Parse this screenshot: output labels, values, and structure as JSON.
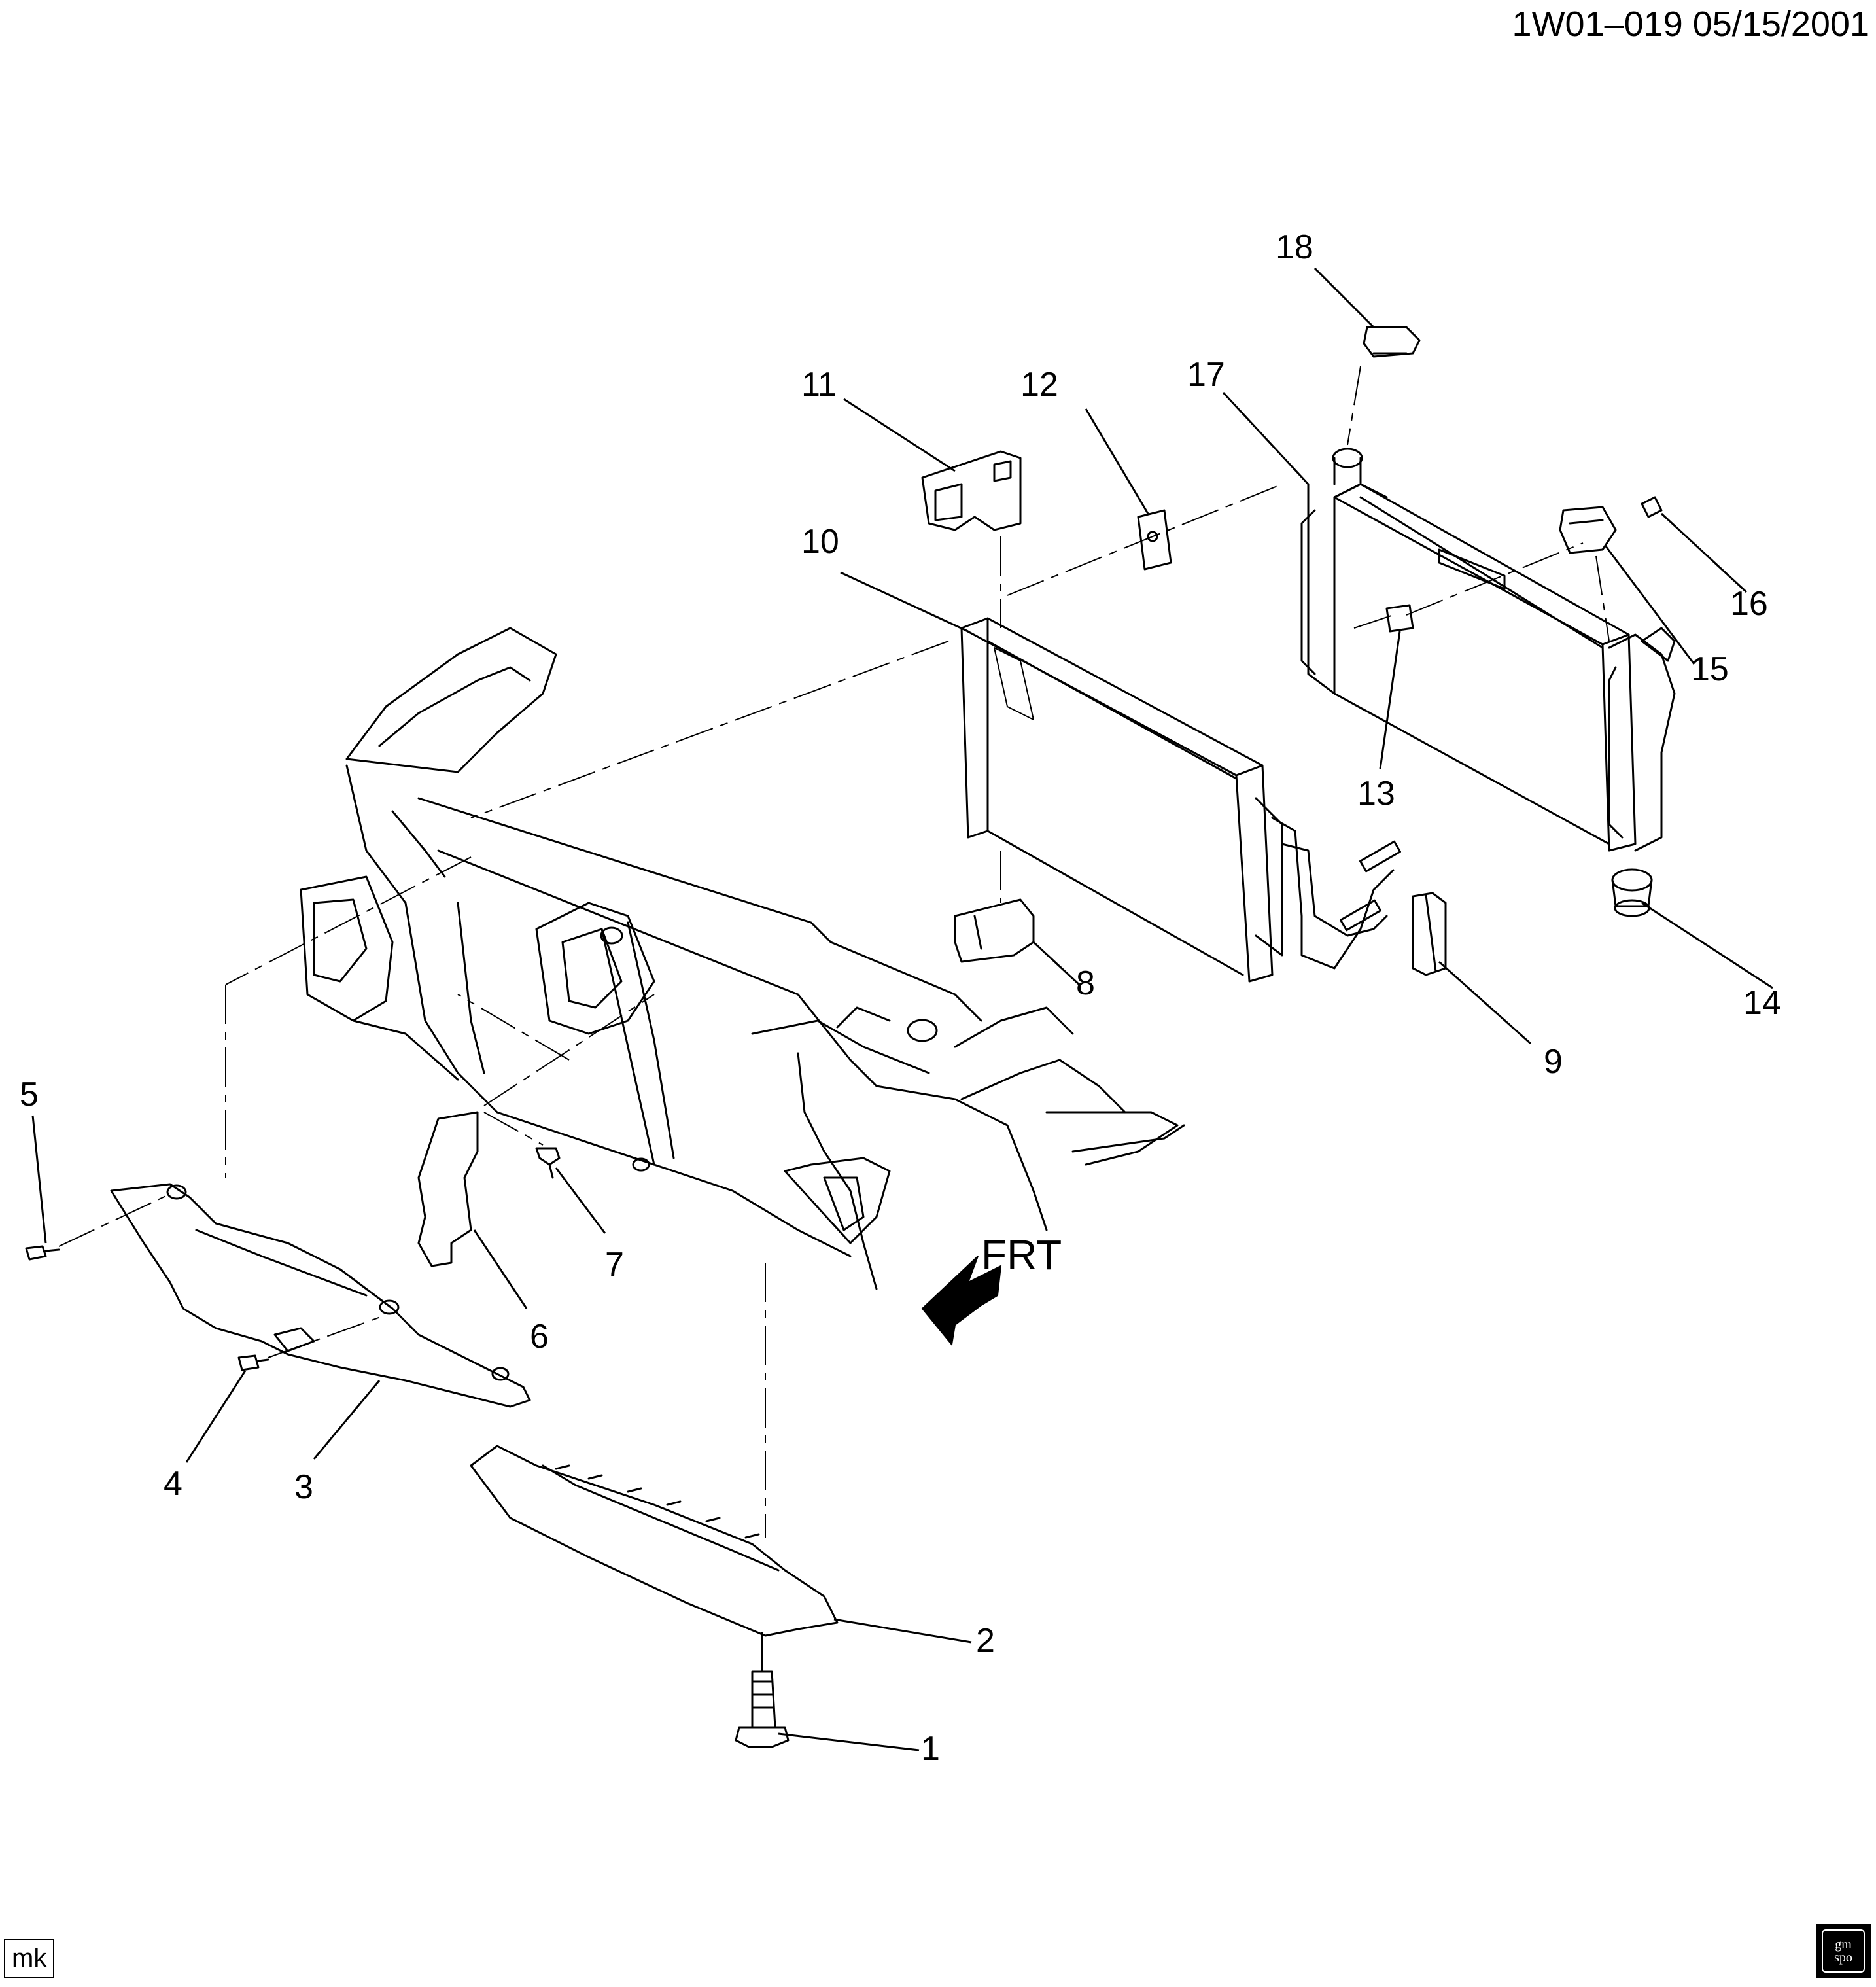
{
  "header": {
    "id_date": "1W01–019  05/15/2001"
  },
  "callouts": [
    "1",
    "2",
    "3",
    "4",
    "5",
    "6",
    "7",
    "8",
    "9",
    "10",
    "11",
    "12",
    "13",
    "14",
    "15",
    "16",
    "17",
    "18"
  ],
  "direction_label": "FRT",
  "footer": {
    "stamp": "mk",
    "logo_top": "gm",
    "logo_bottom": "spo"
  }
}
